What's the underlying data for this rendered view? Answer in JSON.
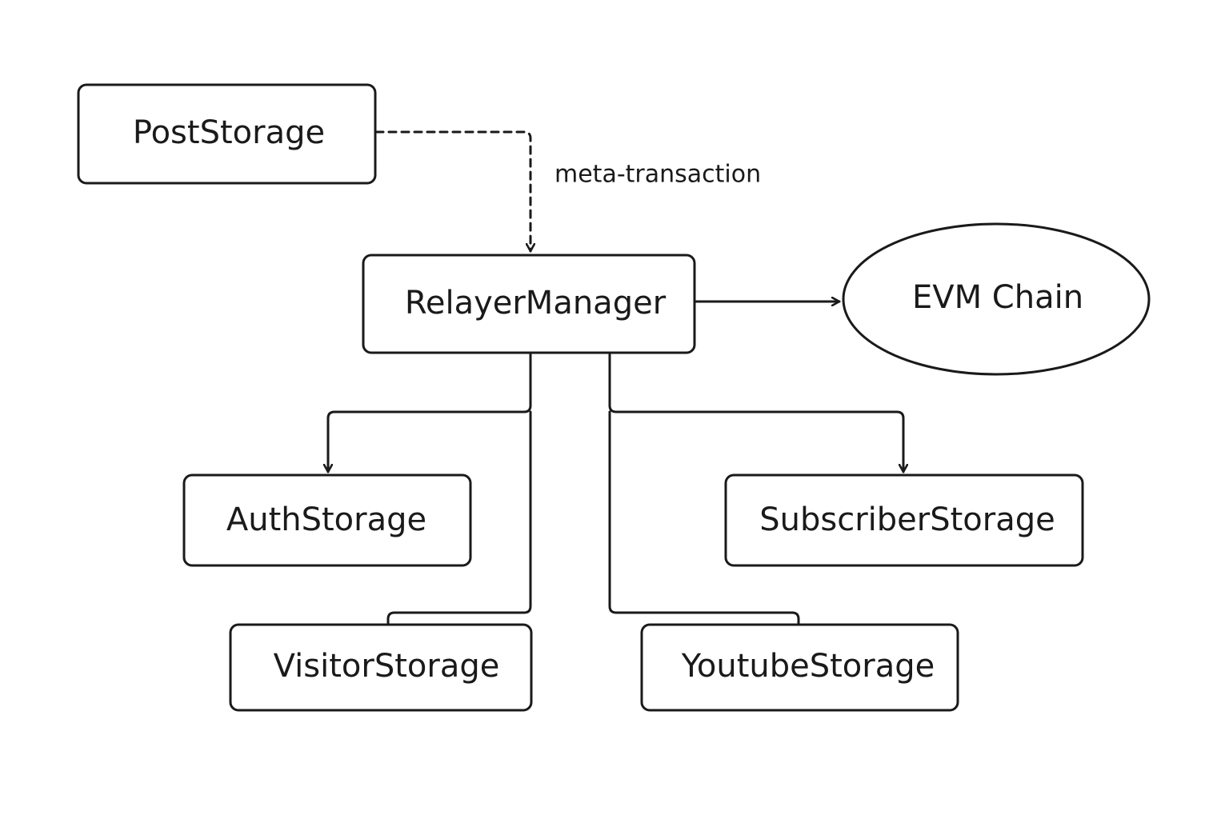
{
  "nodes": {
    "post_storage": {
      "label": "PostStorage"
    },
    "relayer_manager": {
      "label": "RelayerManager"
    },
    "evm_chain": {
      "label": "EVM Chain"
    },
    "auth_storage": {
      "label": "AuthStorage"
    },
    "subscriber_storage": {
      "label": "SubscriberStorage"
    },
    "visitor_storage": {
      "label": "VisitorStorage"
    },
    "youtube_storage": {
      "label": "YoutubeStorage"
    }
  },
  "edges": {
    "meta_transaction": {
      "label": "meta-transaction",
      "style": "dashed"
    }
  },
  "colors": {
    "stroke": "#1a1a1a",
    "background": "#ffffff"
  }
}
